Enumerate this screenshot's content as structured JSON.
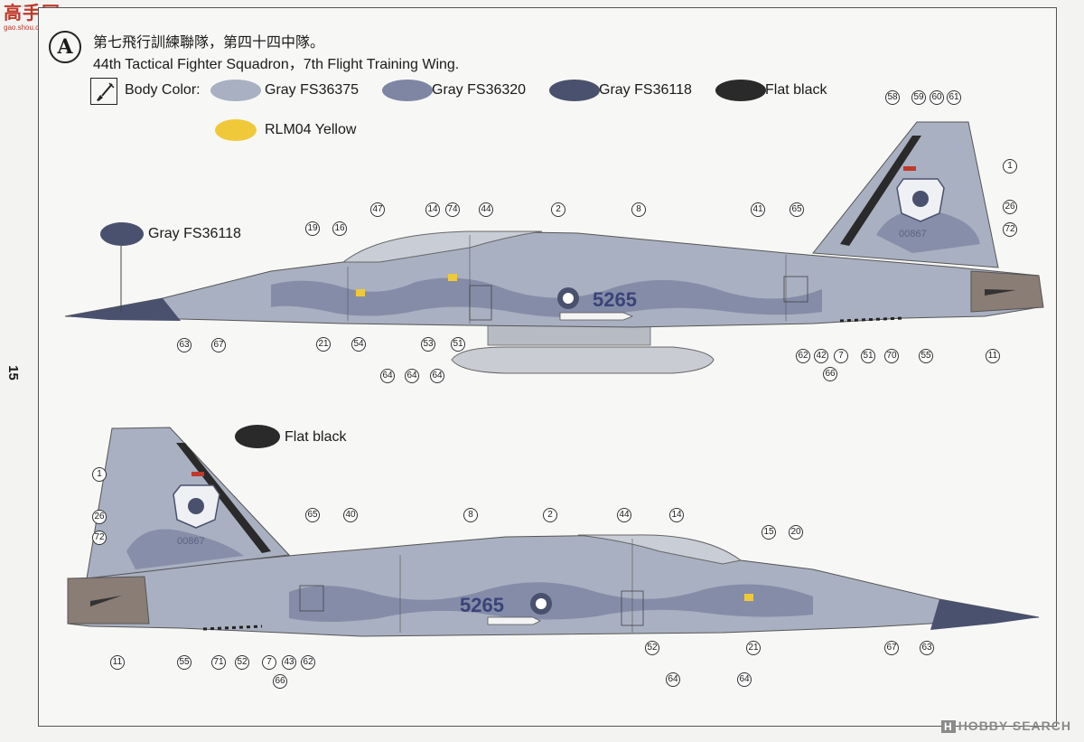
{
  "watermark_top": {
    "text": "高手网",
    "sub": "gao.shou.com"
  },
  "page_number": "15",
  "scheme": {
    "marker": "A",
    "title_zh": "第七飛行訓練聯隊，第四十四中隊。",
    "title_en": "44th Tactical Fighter Squadron，7th Flight Training Wing."
  },
  "legend": {
    "label": "Body Color:",
    "colors": [
      {
        "name": "Gray  FS36375",
        "hex": "#a8b0c2"
      },
      {
        "name": "Gray  FS36320",
        "hex": "#7e86a3"
      },
      {
        "name": "Gray  FS36118",
        "hex": "#4a516e"
      },
      {
        "name": "Flat  black",
        "hex": "#2a2a2a"
      },
      {
        "name": "RLM04 Yellow",
        "hex": "#f0c93a"
      }
    ]
  },
  "top_view_labels": {
    "nose_color": "Gray  FS36118",
    "serial": "5265",
    "tail_number": "00867"
  },
  "bottom_view_labels": {
    "tail_color": "Flat  black",
    "serial": "5265",
    "tail_number": "00867"
  },
  "callouts_top": {
    "c58": "58",
    "c59": "59",
    "c60": "60",
    "c61": "61",
    "c1": "1",
    "c26": "26",
    "c72": "72",
    "c19": "19",
    "c16": "16",
    "c47": "47",
    "c14": "14",
    "c74": "74",
    "c44": "44",
    "c2": "2",
    "c8": "8",
    "c41": "41",
    "c65": "65",
    "c63": "63",
    "c67": "67",
    "c21": "21",
    "c54": "54",
    "c53": "53",
    "c51": "51",
    "c64a": "64",
    "c64b": "64",
    "c64c": "64",
    "c62": "62",
    "c42": "42",
    "c7": "7",
    "c51b": "51",
    "c70": "70",
    "c55": "55",
    "c11": "11",
    "c66": "66"
  },
  "callouts_bottom": {
    "c1": "1",
    "c26": "26",
    "c72": "72",
    "c11": "11",
    "c65": "65",
    "c40": "40",
    "c8": "8",
    "c2": "2",
    "c44": "44",
    "c14": "14",
    "c15": "15",
    "c20": "20",
    "c55": "55",
    "c71": "71",
    "c52": "52",
    "c7": "7",
    "c43": "43",
    "c62": "62",
    "c66": "66",
    "c52b": "52",
    "c64": "64",
    "c21": "21",
    "c64b": "64",
    "c67": "67",
    "c63": "63"
  },
  "watermark_bottom": {
    "logo": "H",
    "text": "HOBBY SEARCH"
  }
}
